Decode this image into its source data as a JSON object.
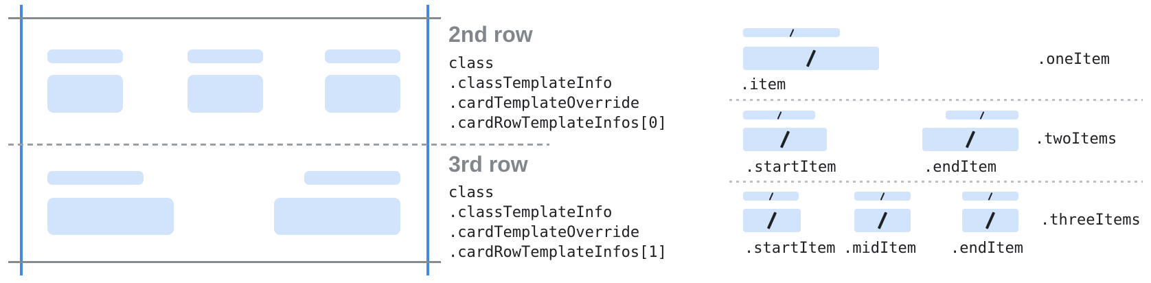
{
  "diagram": {
    "rows": [
      {
        "title": "2nd row",
        "class_path": [
          "class",
          ".classTemplateInfo",
          ".cardTemplateOverride",
          ".cardRowTemplateInfos[0]"
        ]
      },
      {
        "title": "3rd row",
        "class_path": [
          "class",
          ".classTemplateInfo",
          ".cardTemplateOverride",
          ".cardRowTemplateInfos[1]"
        ]
      }
    ],
    "templates": [
      {
        "label": ".oneItem",
        "items": [
          ".item"
        ]
      },
      {
        "label": ".twoItems",
        "items": [
          ".startItem",
          ".endItem"
        ]
      },
      {
        "label": ".threeItems",
        "items": [
          ".startItem",
          ".midItem",
          ".endItem"
        ]
      }
    ],
    "separator_glyph": "/",
    "colors": {
      "placeholder_fill": "#d2e3fc",
      "guide_blue": "#4285f4",
      "guide_gray": "#868b90",
      "divider_dash": "#9aa0a6",
      "divider_dot": "#bdc1c6",
      "title_gray": "#80868b",
      "code_text": "#202124"
    }
  }
}
